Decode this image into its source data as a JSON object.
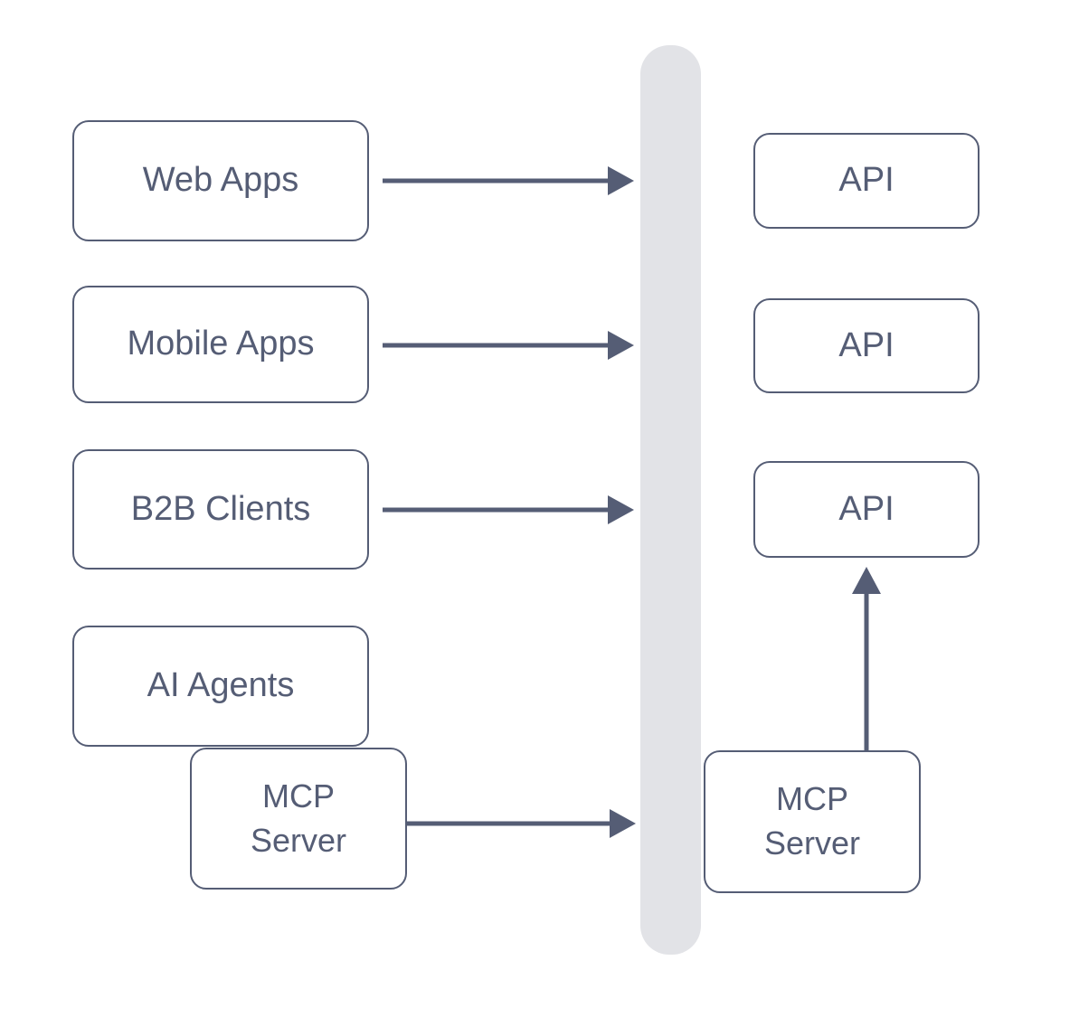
{
  "diagram": {
    "description": "Clients connecting through a gateway to APIs and MCP Server",
    "colors": {
      "stroke": "#555d75",
      "gateway_bar": "#e2e3e7",
      "background": "#ffffff",
      "node_fill": "#ffffff"
    },
    "left_nodes": [
      {
        "id": "web-apps",
        "label": "Web Apps"
      },
      {
        "id": "mobile-apps",
        "label": "Mobile Apps"
      },
      {
        "id": "b2b-clients",
        "label": "B2B Clients"
      },
      {
        "id": "ai-agents",
        "label": "AI Agents"
      },
      {
        "id": "mcp-server-left",
        "label": "MCP Server"
      }
    ],
    "right_nodes": [
      {
        "id": "api-1",
        "label": "API"
      },
      {
        "id": "api-2",
        "label": "API"
      },
      {
        "id": "api-3",
        "label": "API"
      },
      {
        "id": "mcp-server-right",
        "label": "MCP Server"
      }
    ],
    "connections": [
      {
        "from": "web-apps",
        "to": "gateway-bar",
        "direction": "right"
      },
      {
        "from": "mobile-apps",
        "to": "gateway-bar",
        "direction": "right"
      },
      {
        "from": "b2b-clients",
        "to": "gateway-bar",
        "direction": "right"
      },
      {
        "from": "mcp-server-left",
        "to": "gateway-bar",
        "direction": "right"
      },
      {
        "from": "mcp-server-right",
        "to": "api-3",
        "direction": "up"
      }
    ]
  }
}
